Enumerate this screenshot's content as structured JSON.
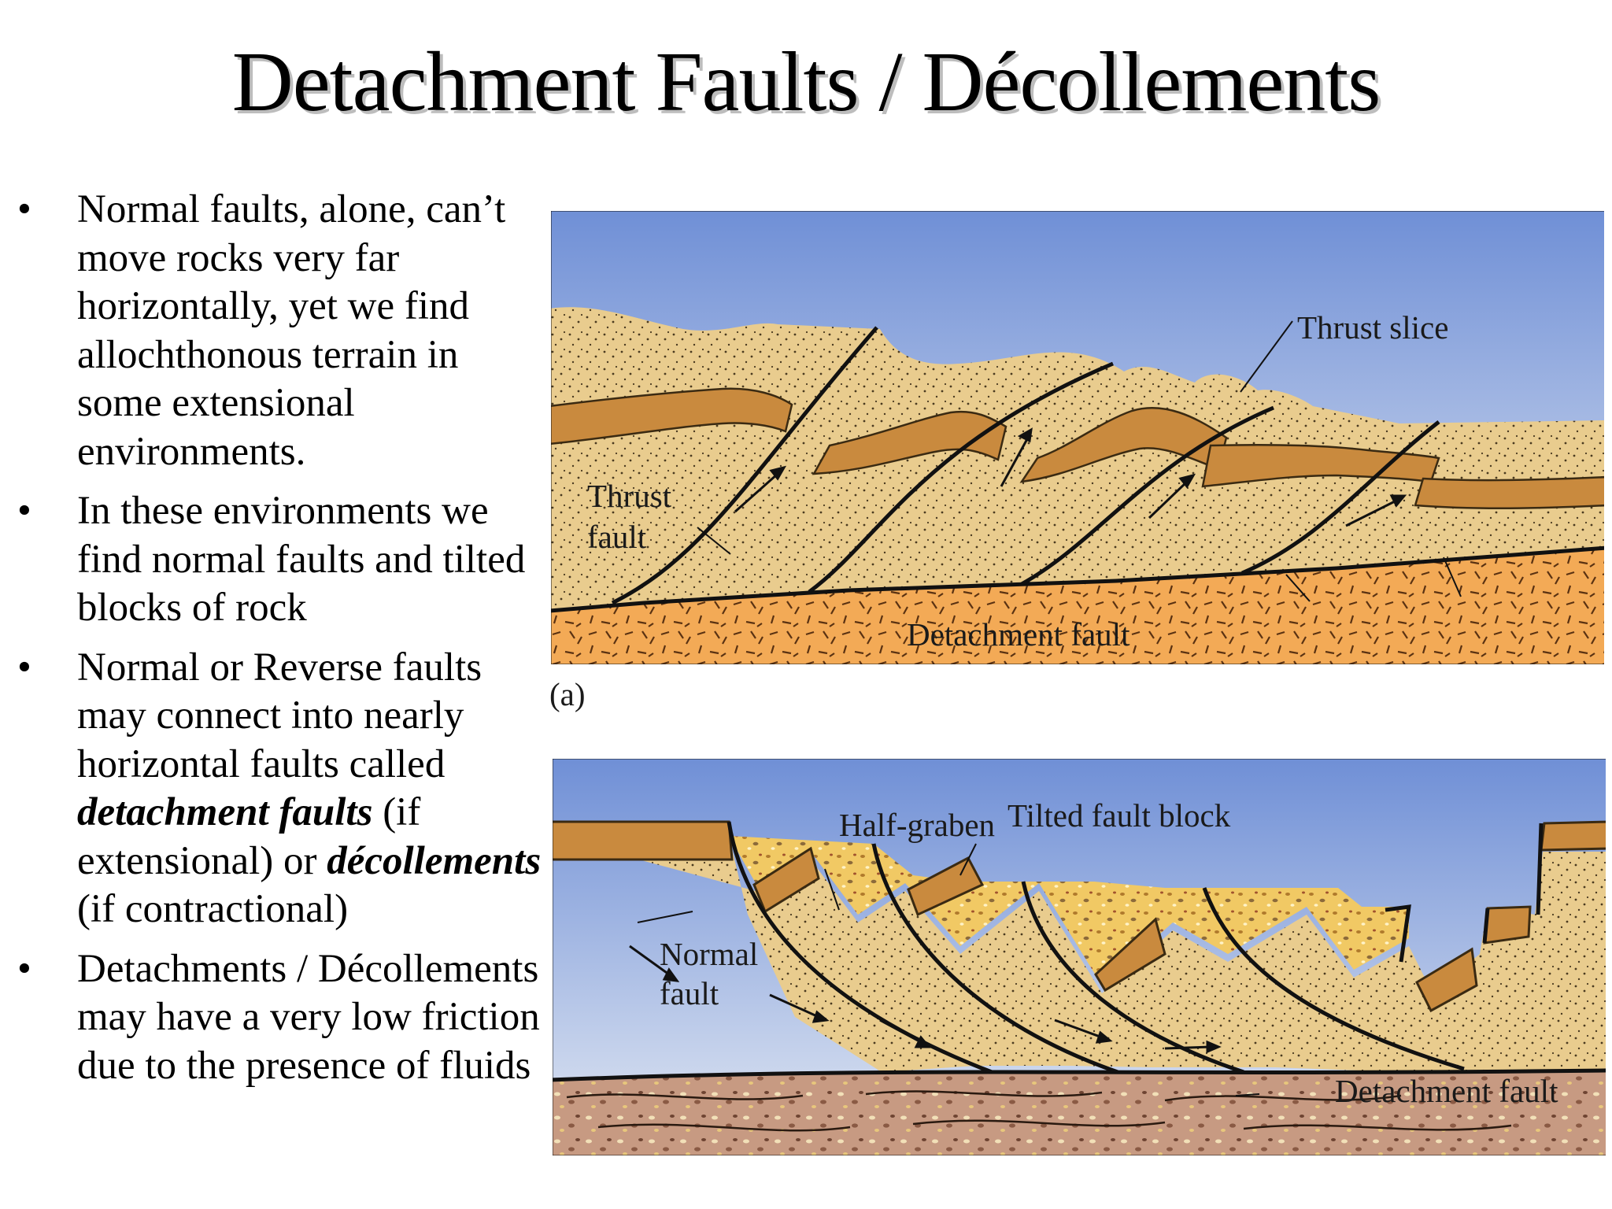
{
  "title": "Detachment Faults / Décollements",
  "bullets": [
    {
      "marker": "•",
      "text": "Normal faults, alone, can’t move rocks very far horizontally, yet we find allochthonous terrain in some extensional environments."
    },
    {
      "marker": "•",
      "text": "In these environments we find normal faults and tilted blocks of rock"
    },
    {
      "marker": "•",
      "pre": "Normal or Reverse faults may connect into nearly horizontal faults called ",
      "em1": "detachment faults",
      "mid": " (if extensional) or ",
      "em2": "décollements",
      "post": " (if contractional)"
    },
    {
      "marker": "•",
      "text": "Detachments / Décollements may have a very low friction due to the presence of fluids"
    }
  ],
  "diagram_a": {
    "thrust_slice": "Thrust slice",
    "thrust_fault_1": "Thrust",
    "thrust_fault_2": "fault",
    "detachment": "Detachment fault",
    "caption": "(a)"
  },
  "diagram_b": {
    "half_graben": "Half-graben",
    "tilted_block": "Tilted fault block",
    "normal_fault_1": "Normal",
    "normal_fault_2": "fault",
    "detachment": "Detachment fault"
  },
  "colors": {
    "sky_top": "#6f8fd6",
    "sky_bottom": "#e3e9f3",
    "sandstone": "#e9cc8e",
    "stripe": "#c98a3e",
    "basement": "#f3aa56",
    "basement_b": "#c79a82",
    "fill_sediment": "#f1c964"
  }
}
